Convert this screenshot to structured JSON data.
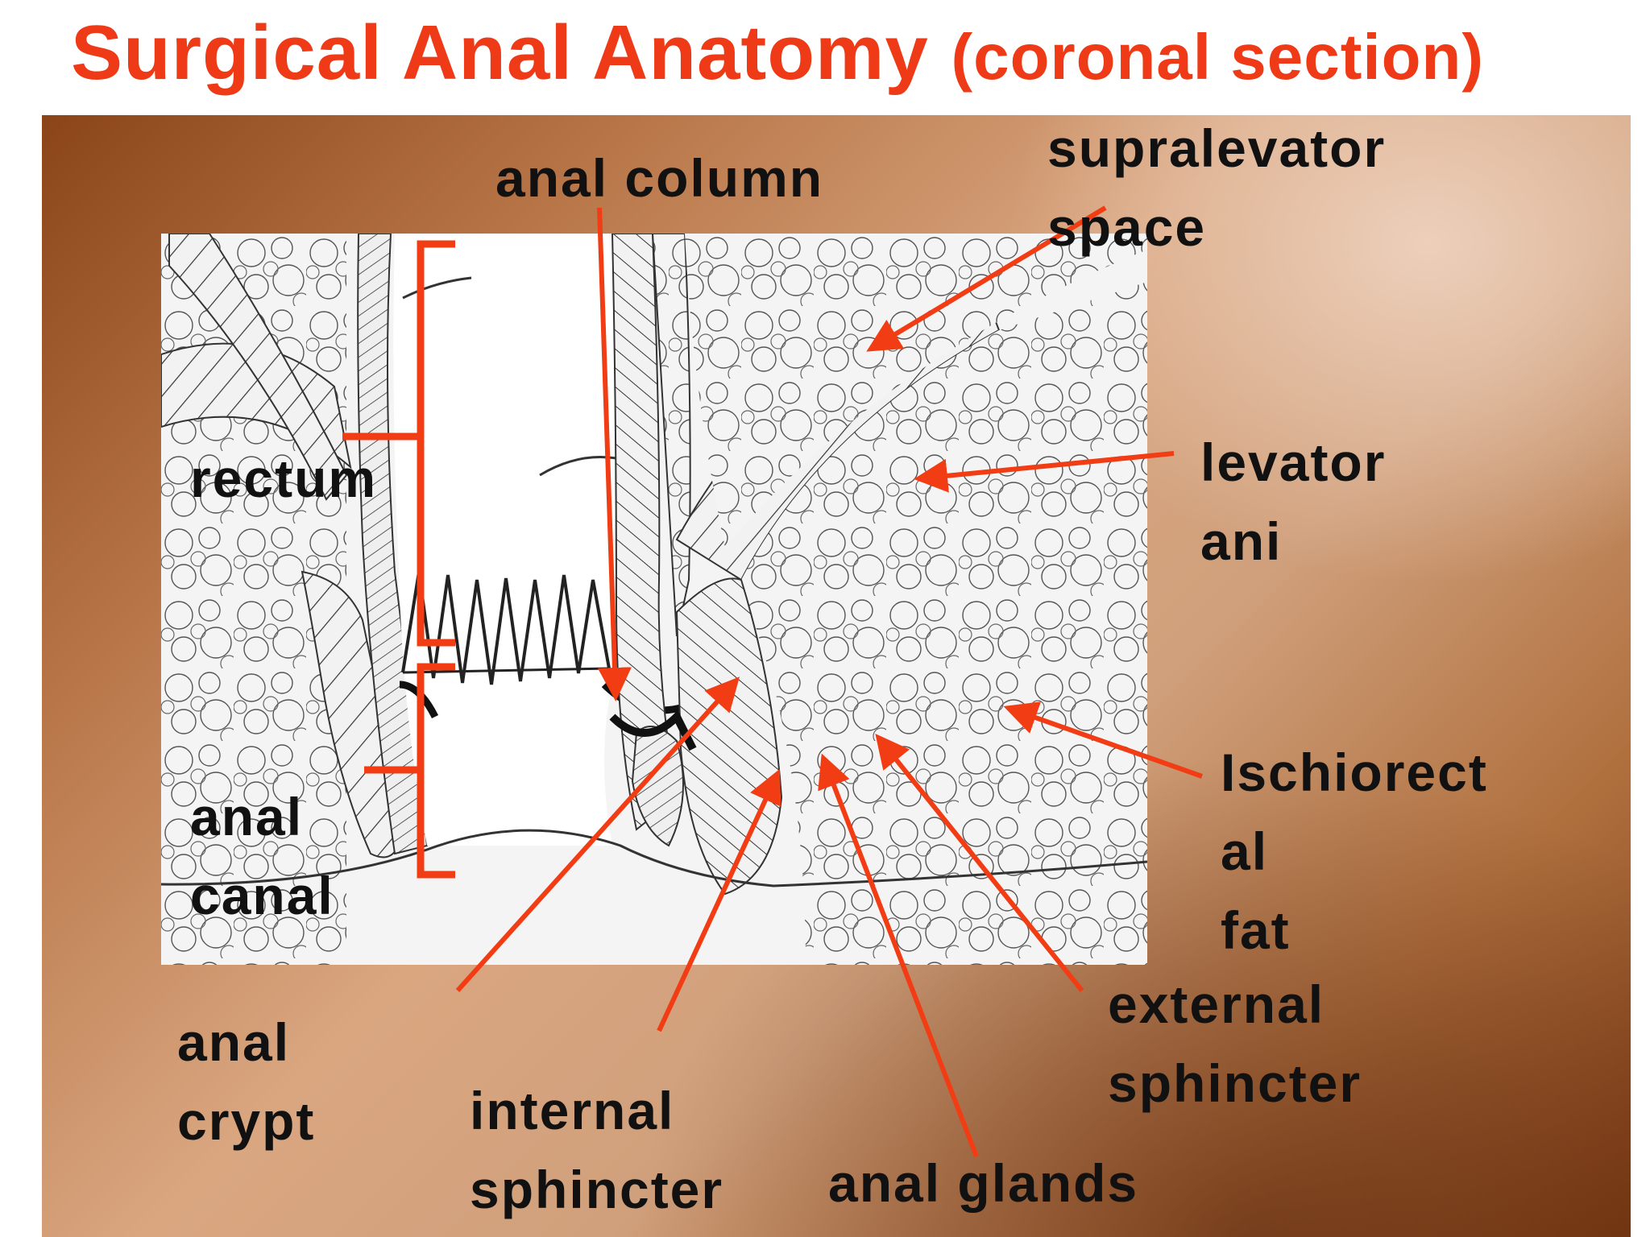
{
  "title": {
    "main": "Surgical Anal Anatomy",
    "sub": "(coronal section)"
  },
  "labels": {
    "anal_column": "anal column",
    "supralevator_space": "supralevator\nspace",
    "levator_ani": "levator\nani",
    "rectum": "rectum",
    "anal_canal": "anal\ncanal",
    "ischiorectal_fat": "Ischiorect\nal\nfat",
    "external_sphincter": "external\nsphincter",
    "anal_crypt": "anal\ncrypt",
    "internal_sphincter": "internal\nsphincter",
    "anal_glands": "anal glands"
  },
  "colors": {
    "title": "#ee3a16",
    "arrow": "#f23c14",
    "bracket": "#f23c14",
    "label": "#111111",
    "sketch_bg": "#f4f4f4"
  }
}
